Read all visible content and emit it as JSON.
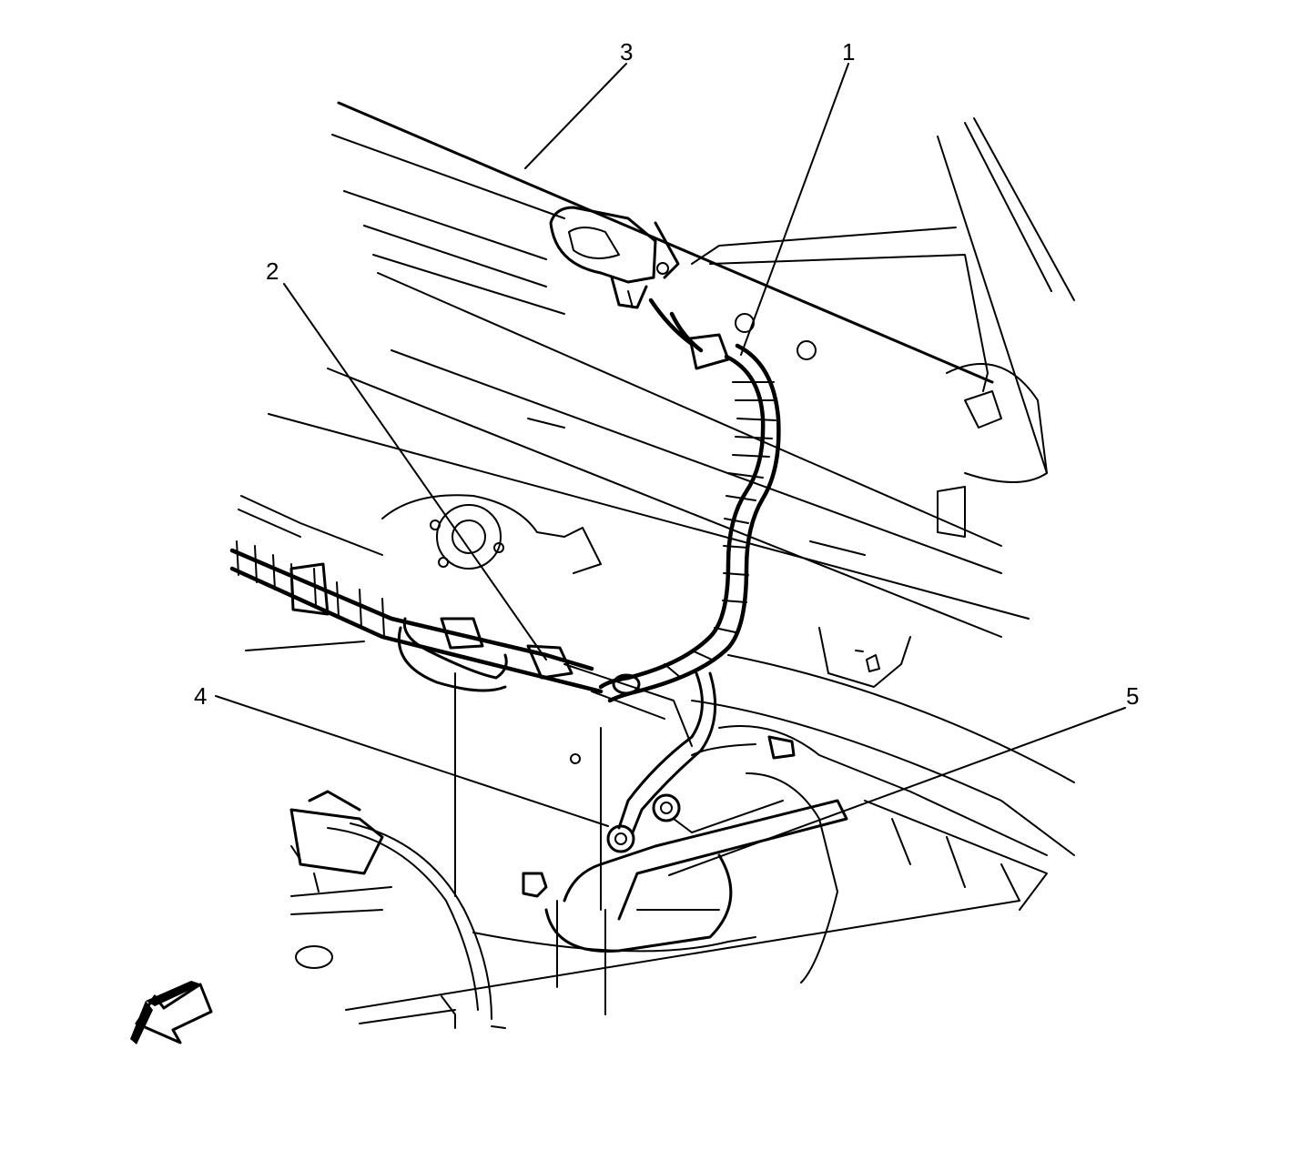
{
  "callouts": [
    {
      "id": "1",
      "label": "1"
    },
    {
      "id": "2",
      "label": "2"
    },
    {
      "id": "3",
      "label": "3"
    },
    {
      "id": "4",
      "label": "4"
    },
    {
      "id": "5",
      "label": "5"
    }
  ],
  "icons": {
    "direction_arrow": "front-direction-arrow-icon"
  },
  "colors": {
    "ink": "#000000",
    "paper": "#ffffff"
  }
}
